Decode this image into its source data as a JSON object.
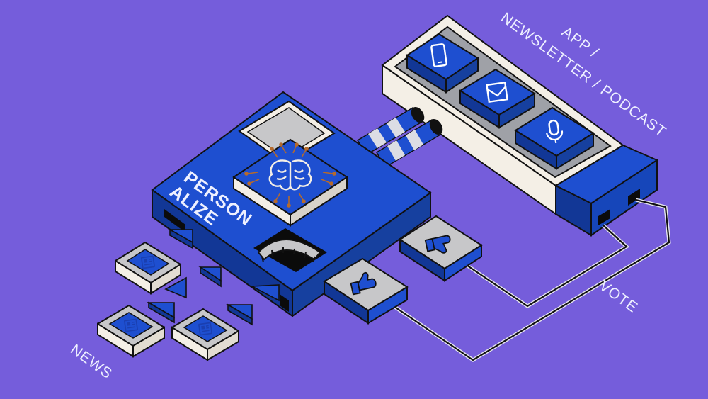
{
  "labels": {
    "app_line1": "APP /",
    "app_line2": "NEWSLETTER / PODCAST",
    "vote": "VOTE",
    "news": "NEWS",
    "person_line1": "PERSON",
    "person_line2": "ALIZE"
  },
  "channels": [
    {
      "name": "app",
      "icon": "smartphone-icon"
    },
    {
      "name": "newsletter",
      "icon": "envelope-icon"
    },
    {
      "name": "podcast",
      "icon": "microphone-icon"
    }
  ],
  "vote_buttons": [
    {
      "name": "thumbs-up",
      "icon": "thumbs-up-icon"
    },
    {
      "name": "thumbs-down",
      "icon": "thumbs-down-icon"
    }
  ],
  "news_tiles": [
    {
      "icon": "news-article-icon"
    },
    {
      "icon": "news-article-icon"
    },
    {
      "icon": "news-article-icon"
    }
  ],
  "colors": {
    "background": "#755ddb",
    "blue": "#1e4fd0",
    "dark_blue": "#123796",
    "grey": "#c7c7c9",
    "outline": "#111111",
    "brain": "#b56a2c",
    "cream": "#f4efe6"
  }
}
